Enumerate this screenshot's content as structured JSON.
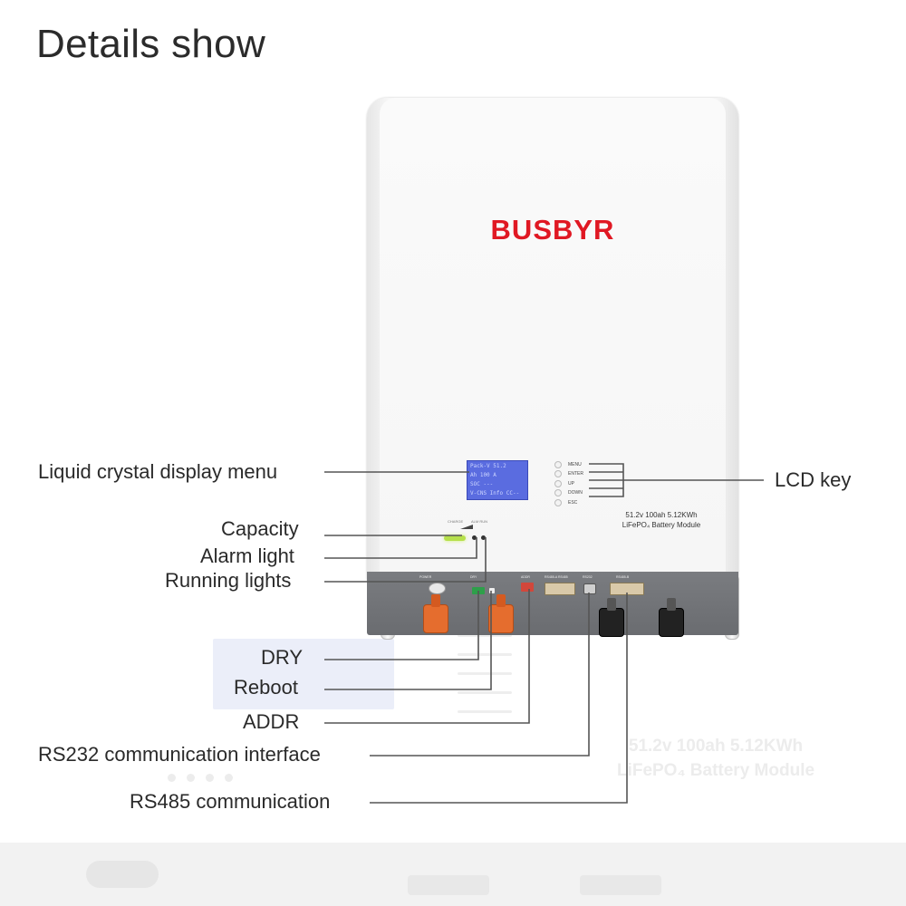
{
  "heading": "Details show",
  "brand": "BUSBYR",
  "lcd_lines": [
    "Pack-V 51.2",
    "Ah 100 A",
    "SOC ---",
    "V-CNS Info CC--"
  ],
  "keys": [
    "MENU",
    "ENTER",
    "UP",
    "DOWN",
    "ESC"
  ],
  "spec": {
    "line1": "51.2v 100ah 5.12KWh",
    "line2": "LiFePO₄ Battery Module"
  },
  "indicator_labels": {
    "charge": "CHARGE",
    "status": "ALM RUN"
  },
  "panel_labels": {
    "power": "POWER",
    "dry": "DRY",
    "addr": "ADDR",
    "rs485_a": "RS485-A RS485",
    "rs232": "RS232",
    "rs485_b": "RS485-B"
  },
  "callouts": {
    "lcd_menu": "Liquid crystal display menu",
    "capacity": "Capacity",
    "alarm": "Alarm light",
    "running": "Running lights",
    "lcd_key": "LCD key",
    "dry": "DRY",
    "reboot": "Reboot",
    "addr": "ADDR",
    "rs232": "RS232 communication interface",
    "rs485": "RS485 communication"
  },
  "ghost_text": {
    "line1": "51.2v 100ah 5.12KWh",
    "line2": "LiFePO₄ Battery Module"
  },
  "colors": {
    "brand": "#e01823",
    "lcd": "#5a6ce0",
    "terminal_positive": "#e56d2e",
    "terminal_negative": "#222222",
    "capacity_led": "#b6e04a"
  }
}
